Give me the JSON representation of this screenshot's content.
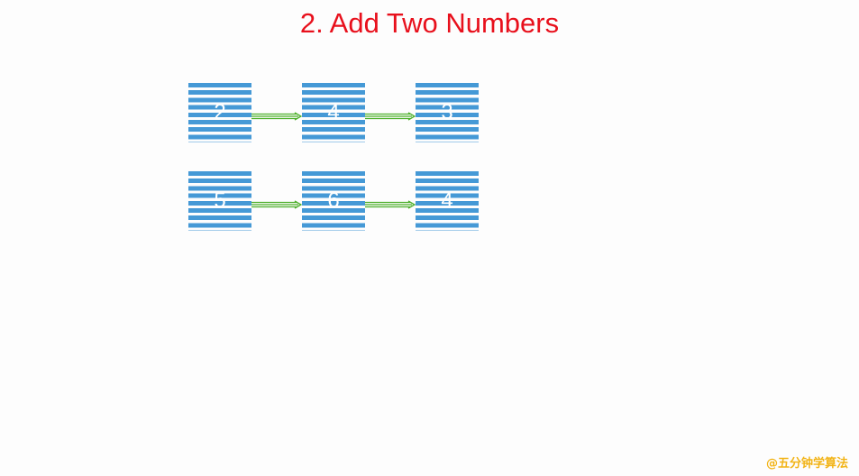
{
  "title": "2. Add Two Numbers",
  "lists": [
    {
      "nodes": [
        "2",
        "4",
        "3"
      ]
    },
    {
      "nodes": [
        "5",
        "6",
        "4"
      ]
    }
  ],
  "colors": {
    "title": "#e8101c",
    "node": "#4599d6",
    "node_text": "#ffffff",
    "arrow": "#4caf2a",
    "watermark": "#f2b417"
  },
  "icons": {
    "link": "right-arrow-icon"
  },
  "watermark": "@五分钟学算法"
}
